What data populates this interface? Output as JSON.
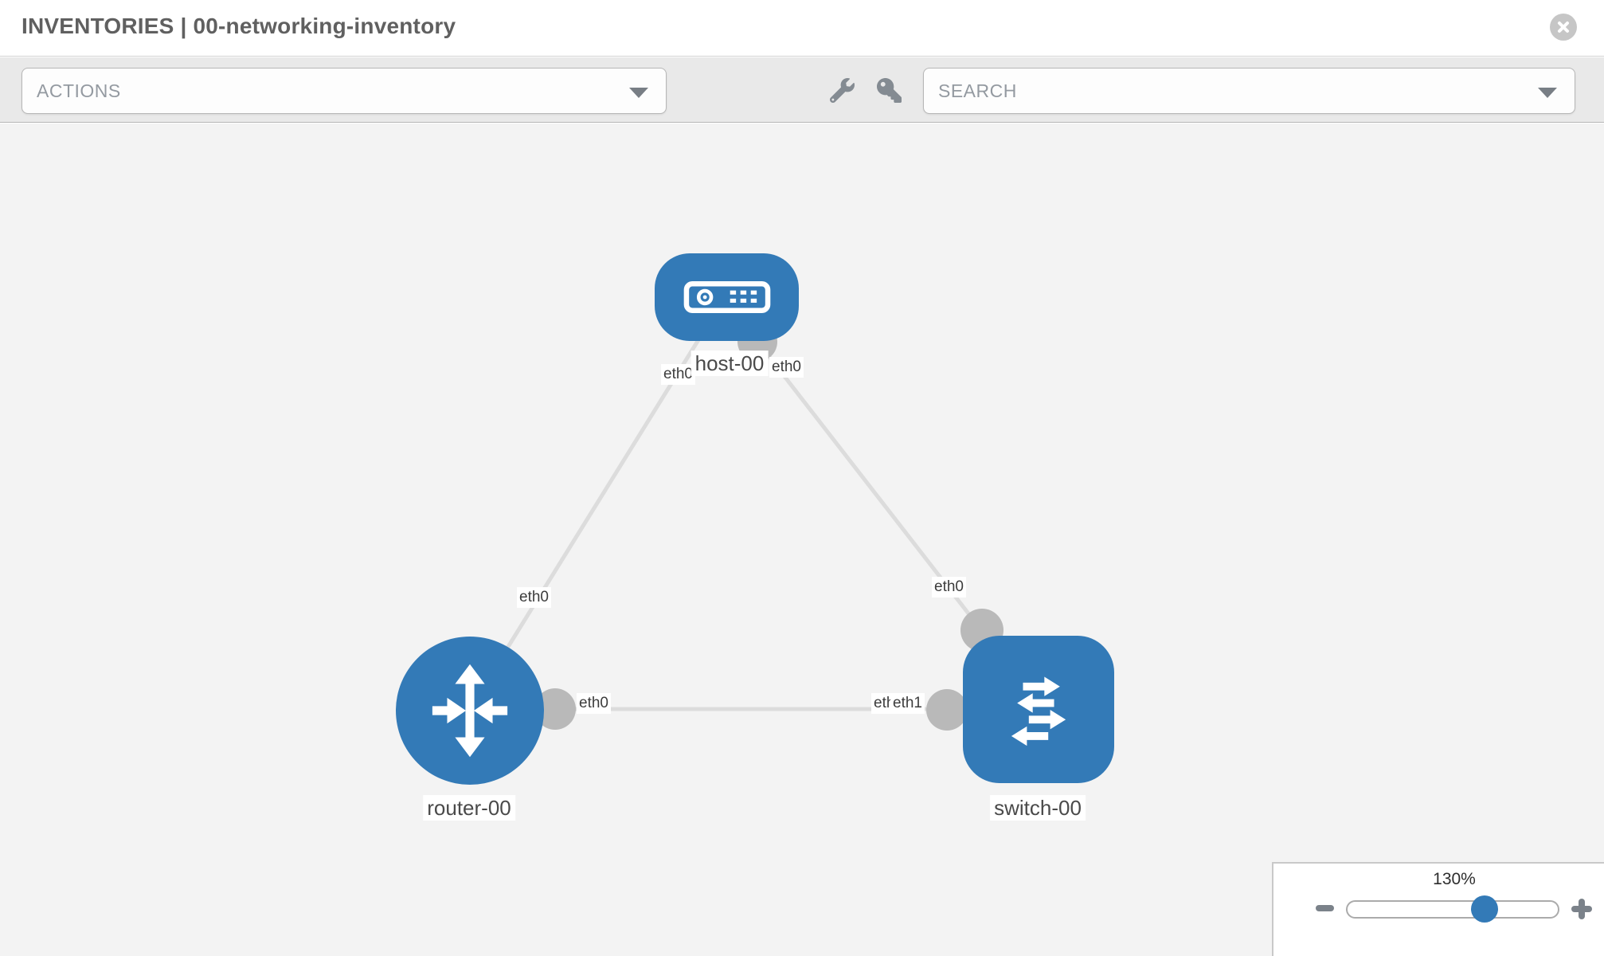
{
  "header": {
    "title": "INVENTORIES | 00-networking-inventory"
  },
  "toolbar": {
    "actions_label": "ACTIONS",
    "search_label": "SEARCH",
    "icons": [
      "wrench-icon",
      "key-icon"
    ]
  },
  "topology": {
    "nodes": [
      {
        "id": "host-00",
        "type": "host",
        "label": "host-00"
      },
      {
        "id": "router-00",
        "type": "router",
        "label": "router-00"
      },
      {
        "id": "switch-00",
        "type": "switch",
        "label": "switch-00"
      }
    ],
    "links": [
      {
        "source": "host-00",
        "target": "router-00",
        "source_interface": "eth0",
        "target_interface": "eth0"
      },
      {
        "source": "host-00",
        "target": "switch-00",
        "source_interface": "eth0",
        "target_interface": "eth0"
      },
      {
        "source": "router-00",
        "target": "switch-00",
        "source_interface": "eth0",
        "target_interface": "eth1"
      }
    ],
    "interface_labels": {
      "host_end_link_a": "eth0",
      "host_end_link_b": "eth0",
      "router_end_link_a": "eth0",
      "switch_end_link_b": "eth0",
      "router_end_link_c": "eth0",
      "switch_end_link_c_back": "eth0",
      "switch_end_link_c": "eth1"
    }
  },
  "zoom_control": {
    "level": "130%"
  },
  "colors": {
    "node_fill": "#337ab7",
    "link_stroke": "#dcdcdc",
    "connector_fill": "#b9b9b9",
    "canvas_bg": "#f3f3f3",
    "toolbar_bg": "#e9e9e9",
    "title_text": "#606060"
  }
}
